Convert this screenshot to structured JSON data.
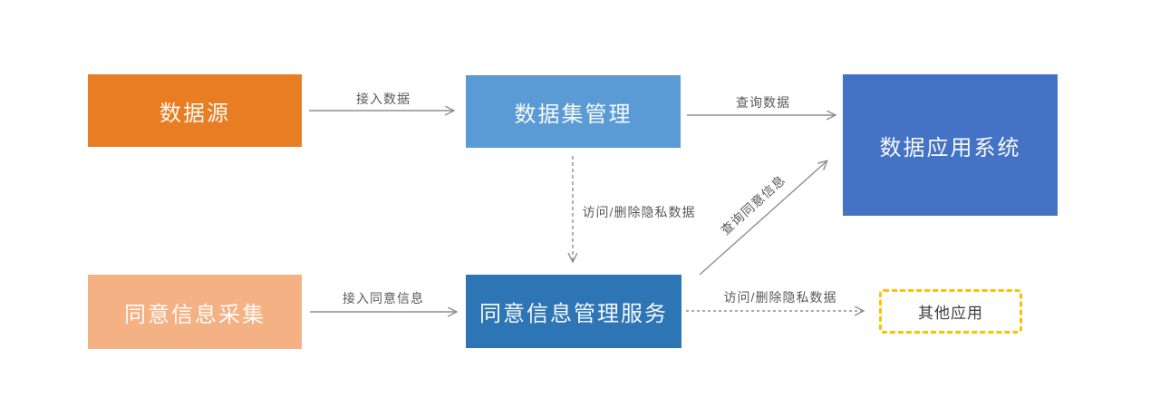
{
  "diagram": {
    "boxes": {
      "data_source": {
        "label": "数据源",
        "color": "#E87D23"
      },
      "dataset_management": {
        "label": "数据集管理",
        "color": "#5B9BD5"
      },
      "data_app_system": {
        "label": "数据应用系统",
        "color": "#4472C4"
      },
      "consent_collection": {
        "label": "同意信息采集",
        "color": "#F4B183"
      },
      "consent_service": {
        "label": "同意信息管理服务",
        "color": "#2E75B6"
      },
      "other_apps": {
        "label": "其他应用",
        "border_color": "#FFC000",
        "text_color": "#404040"
      }
    },
    "edges": {
      "ingest_data": {
        "label": "接入数据",
        "from": "data_source",
        "to": "dataset_management",
        "style": "solid"
      },
      "query_data": {
        "label": "查询数据",
        "from": "dataset_management",
        "to": "data_app_system",
        "style": "solid"
      },
      "access_delete_private": {
        "label": "访问/删除隐私数据",
        "from": "dataset_management",
        "to": "consent_service",
        "style": "dashed"
      },
      "ingest_consent": {
        "label": "接入同意信息",
        "from": "consent_collection",
        "to": "consent_service",
        "style": "solid"
      },
      "query_consent": {
        "label": "查询同意信息",
        "from": "consent_service",
        "to": "data_app_system",
        "style": "solid"
      },
      "access_delete_other": {
        "label": "访问/删除隐私数据",
        "from": "consent_service",
        "to": "other_apps",
        "style": "dashed"
      }
    },
    "colors": {
      "arrow": "#8F8F8F",
      "label_text": "#595959",
      "background": "#FFFFFF"
    }
  }
}
